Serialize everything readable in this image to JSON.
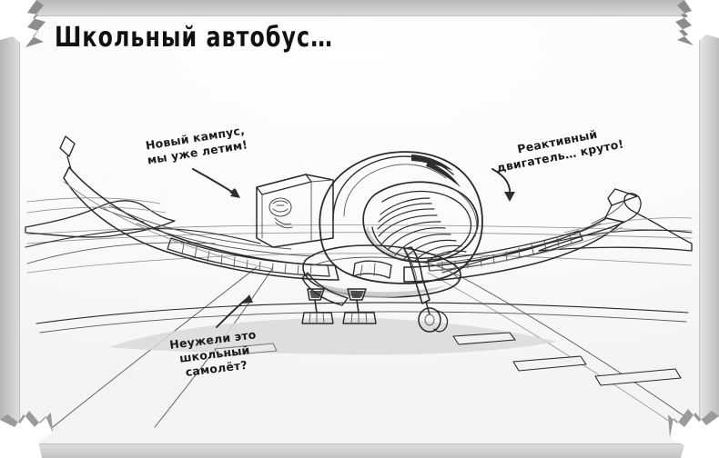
{
  "page": {
    "title": "Школьный автобус…",
    "kind": "hand-drawn-cartoon-illustration",
    "subject": "futuristic jet aircraft on a runway",
    "background_color": "#ffffff",
    "paper_color": "#fbfbfb",
    "border_color": "#c9c9c9",
    "ink_color": "#2a2a2a"
  },
  "callouts": [
    {
      "id": "campus",
      "text": "Новый кампус,\nмы уже летим!",
      "arrow": "curved-arrow-down-right",
      "points_to": "tail-fin"
    },
    {
      "id": "engine",
      "text": "Реактивный\nдвигатель… круто!",
      "arrow": "curved-arrow-down",
      "points_to": "jet-engine-intake"
    },
    {
      "id": "school",
      "text": "Неужели это\nшкольный\nсамолёт?",
      "arrow": "curved-arrow-up",
      "points_to": "left-wing"
    }
  ],
  "scene": {
    "aircraft": "jet-aircraft",
    "parts": [
      "left-wing",
      "right-wing",
      "tail-fin",
      "jet-engine-intake",
      "fuselage",
      "nose-landing-gear",
      "main-landing-gear"
    ],
    "environment": [
      "runway",
      "runway-centerline-dashes",
      "mountain-ridges",
      "horizon-lines",
      "ground-shadow"
    ]
  },
  "frame": {
    "style": "torn-paper",
    "corner_notches": [
      "top-left-zigzag",
      "top-right-zigzag",
      "bottom-left-zigzag",
      "bottom-right-zigzag"
    ]
  }
}
